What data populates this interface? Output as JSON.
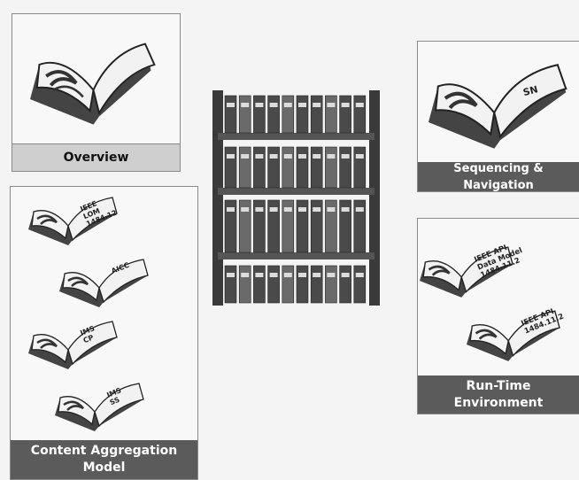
{
  "overview": {
    "label": "Overview"
  },
  "sequencing": {
    "label": "Sequencing & Navigation",
    "book_text": "SN"
  },
  "content_aggregation": {
    "label": "Content Aggregation\nModel",
    "books": [
      {
        "lines": [
          "IEEE",
          "LOM",
          "1484.12"
        ]
      },
      {
        "lines": [
          "AICC"
        ]
      },
      {
        "lines": [
          "IMS",
          "CP"
        ]
      },
      {
        "lines": [
          "IMS",
          "SS"
        ]
      }
    ]
  },
  "run_time": {
    "label": "Run-Time\nEnvironment",
    "books": [
      {
        "lines": [
          "IEEE API",
          "Data Model",
          "1484.11.2"
        ]
      },
      {
        "lines": [
          "IEEE API",
          "1484.11.2"
        ]
      }
    ]
  }
}
